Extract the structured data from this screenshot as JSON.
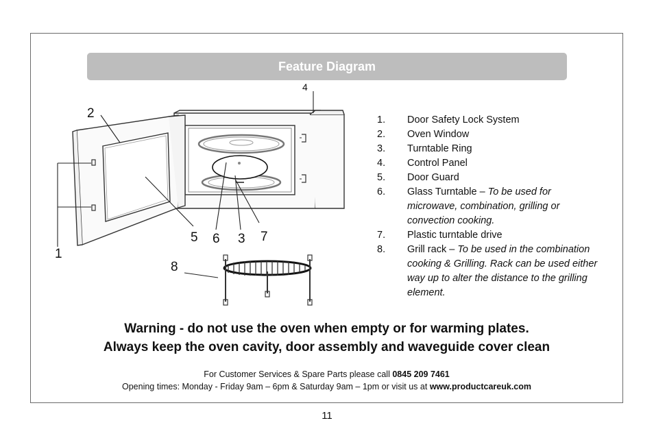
{
  "section_title": "Feature Diagram",
  "callouts": {
    "c1": "1",
    "c2": "2",
    "c3": "3",
    "c4": "4",
    "c5": "5",
    "c6": "6",
    "c7": "7",
    "c8": "8"
  },
  "legend": [
    {
      "num": "1.",
      "text": "Door Safety Lock System",
      "note": ""
    },
    {
      "num": "2.",
      "text": "Oven Window",
      "note": ""
    },
    {
      "num": "3.",
      "text": "Turntable Ring",
      "note": ""
    },
    {
      "num": "4.",
      "text": "Control Panel",
      "note": ""
    },
    {
      "num": "5.",
      "text": "Door Guard",
      "note": ""
    },
    {
      "num": "6.",
      "text": "Glass Turntable – ",
      "note": "To be used for microwave, combination, grilling or convection cooking."
    },
    {
      "num": "7.",
      "text": "Plastic turntable drive",
      "note": ""
    },
    {
      "num": "8.",
      "text": "Grill rack – ",
      "note": "To be used in the combination cooking  & Grilling. Rack can be used either way up to alter the distance to the grilling element."
    }
  ],
  "warning": {
    "line1": "Warning - do not use the oven when empty or for warming plates.",
    "line2": "Always keep the oven cavity, door assembly and waveguide cover clean"
  },
  "contact": {
    "line1_text": "For Customer Services & Spare Parts please call ",
    "phone": "0845 209 7461",
    "line2_text": "Opening times: Monday - Friday  9am – 6pm & Saturday 9am – 1pm or visit us at ",
    "website": "www.productcareuk.com"
  },
  "page_number": "11"
}
